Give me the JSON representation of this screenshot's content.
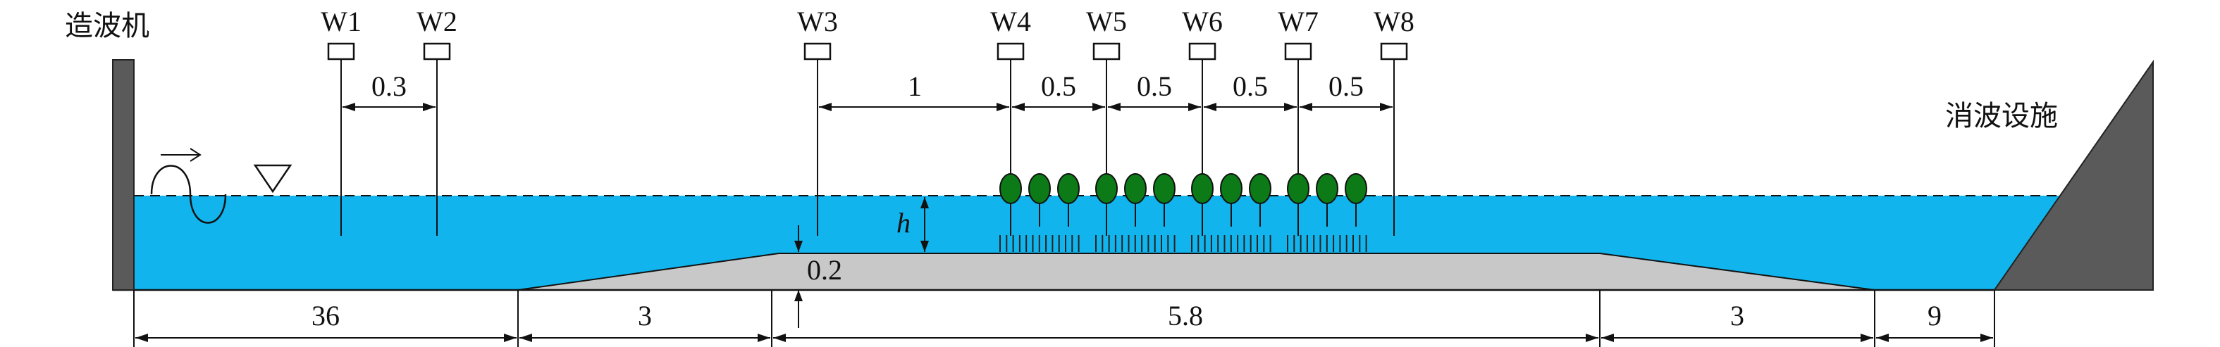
{
  "labels": {
    "wave_maker": "造波机",
    "absorber": "消波设施",
    "depth_symbol": "h"
  },
  "gauges": [
    "W1",
    "W2",
    "W3",
    "W4",
    "W5",
    "W6",
    "W7",
    "W8"
  ],
  "gauge_spacings": {
    "w1_w2": "0.3",
    "w3_w4": "1",
    "w4_w5": "0.5",
    "w5_w6": "0.5",
    "w6_w7": "0.5",
    "w7_w8": "0.5"
  },
  "dimensions": {
    "flat_left": "36",
    "slope_up": "3",
    "platform": "5.8",
    "slope_down": "3",
    "flat_right": "9",
    "platform_height": "0.2"
  },
  "colors": {
    "water": "#11b4ec",
    "bed": "#c8c8c8",
    "wall": "#5a5a5a",
    "vegetation": "#0d7a18"
  }
}
